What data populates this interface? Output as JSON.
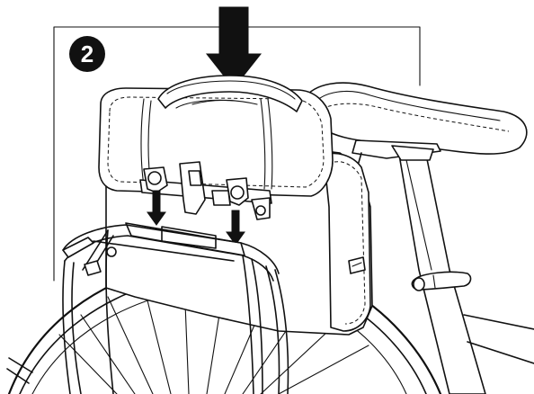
{
  "diagram": {
    "step_number": "2",
    "colors": {
      "line": "#111111",
      "background": "#ffffff",
      "badge": "#111111"
    },
    "elements": [
      "frame-line",
      "step-badge",
      "down-arrow-large",
      "pannier-bag",
      "mounting-rail",
      "hook-arrows",
      "rear-rack",
      "saddle",
      "seat-post",
      "seat-clamp",
      "rear-wheel"
    ]
  }
}
